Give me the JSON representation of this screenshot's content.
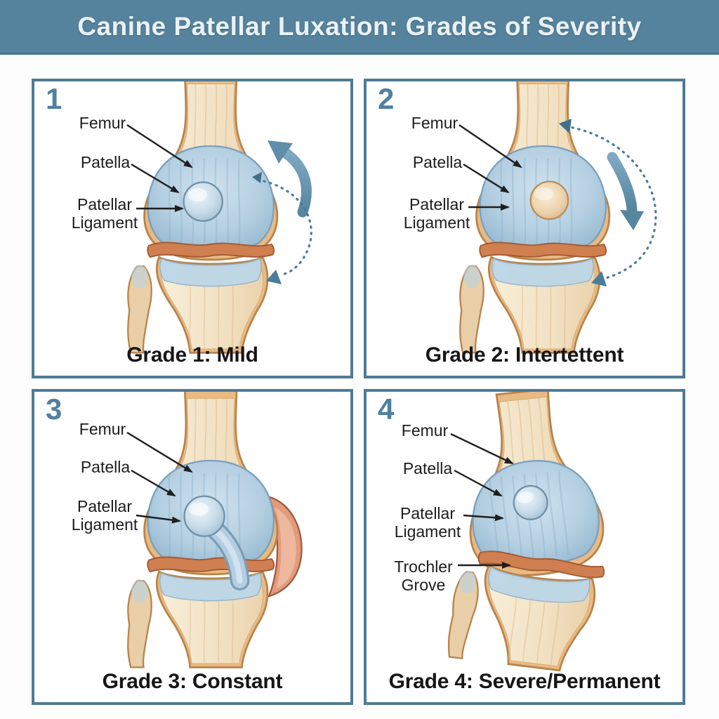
{
  "header": {
    "title": "Canine Patellar Luxation: Grades of Severity"
  },
  "panels": [
    {
      "number": "1",
      "caption": "Grade 1: Mild",
      "labels": {
        "femur": "Femur",
        "patella": "Patella",
        "patellar_ligament": "Patellar Ligament"
      }
    },
    {
      "number": "2",
      "caption": "Grade 2: Intertettent",
      "labels": {
        "femur": "Femur",
        "patella": "Patella",
        "patellar_ligament": "Patellar Ligament"
      }
    },
    {
      "number": "3",
      "caption": "Grade 3: Constant",
      "labels": {
        "femur": "Femur",
        "patella": "Patella",
        "patellar_ligament": "Patellar Ligament"
      }
    },
    {
      "number": "4",
      "caption": "Grade 4: Severe/Permanent",
      "labels": {
        "femur": "Femur",
        "patella": "Patella",
        "patellar_ligament": "Patellar Ligament",
        "trochlear_groove": "Trochler Grove"
      }
    }
  ],
  "theme": {
    "header_bg": "#55829c",
    "panel_border": "#4f7b94",
    "number_color": "#50809f",
    "annotation_arrow_color": "#4a7d99",
    "bone_color": "#e9ba83",
    "capsule_color": "#b5d0e2",
    "meniscus_color": "#cf7f50",
    "luxation_bulge_color": "#e29b7d"
  }
}
